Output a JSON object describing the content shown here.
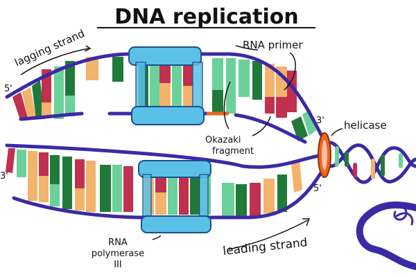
{
  "title": "DNA replication",
  "labels": {
    "lagging_strand": "lagging strand",
    "leading_strand": "leading strand",
    "rna_primer": "RNA primer",
    "helicase": "helicase",
    "okazaki_line1": "Okazaki",
    "okazaki_line2": "fragment",
    "polymerase_line1": "RNA",
    "polymerase_line2": "polymerase",
    "polymerase_line3": "III",
    "five_prime_top": "5'",
    "three_prime_mid": "3'",
    "three_prime_fork": "3'",
    "five_prime_fork": "5'"
  },
  "colors": {
    "backbone": "#3b2aa6",
    "backbone_light": "#6a5ad8",
    "green_dark": "#1f7a3a",
    "green_light": "#6ad19a",
    "orange": "#f2b36b",
    "red": "#c0304f",
    "polymerase": "#5bc0e8",
    "helicase": "#f0641e",
    "ink": "#111111"
  },
  "icons": {
    "polymerase": "polymerase-enzyme-icon",
    "helicase": "helicase-ring-icon",
    "helix": "double-helix-icon"
  }
}
